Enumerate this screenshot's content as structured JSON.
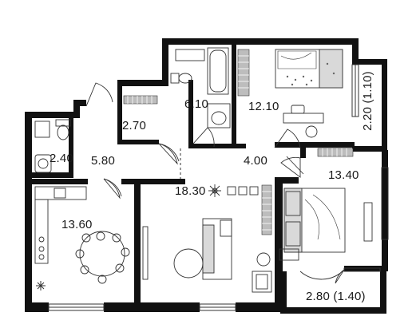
{
  "plan": {
    "wall_color": "#111111",
    "line_color": "#333333",
    "accent_gray": "#bdbdbd",
    "rooms": [
      {
        "id": "wc",
        "label": "2.40"
      },
      {
        "id": "storage",
        "label": "2.70"
      },
      {
        "id": "bathroom",
        "label": "6.10"
      },
      {
        "id": "hall",
        "label": "5.80"
      },
      {
        "id": "bedroom-1",
        "label": "12.10"
      },
      {
        "id": "corridor",
        "label": "4.00"
      },
      {
        "id": "balcony-1",
        "label": "2.20 (1.10)"
      },
      {
        "id": "bedroom-2",
        "label": "13.40"
      },
      {
        "id": "kitchen",
        "label": "13.60"
      },
      {
        "id": "living-room",
        "label": "18.30"
      },
      {
        "id": "balcony-2",
        "label": "2.80 (1.40)"
      }
    ],
    "icons": [
      "snowflake-icon",
      "plant-icon"
    ]
  }
}
